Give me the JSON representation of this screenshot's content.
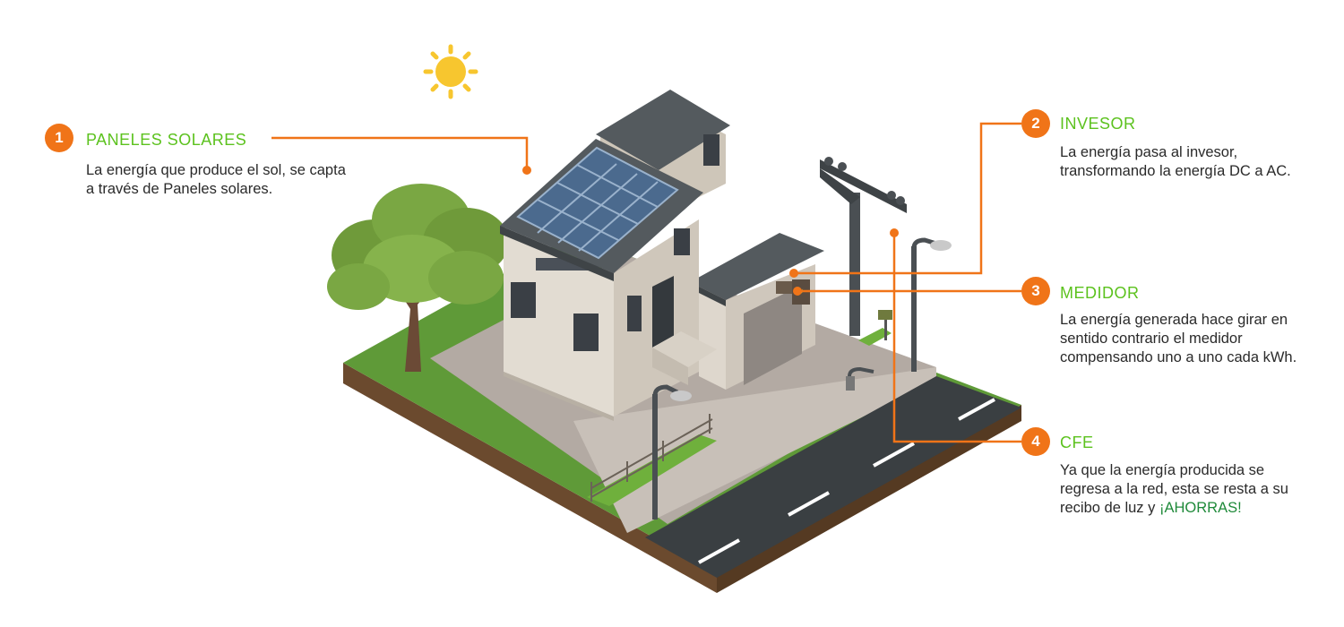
{
  "accent_orange": "#f07418",
  "accent_green": "#5cc21e",
  "highlight_green": "#1f8a3a",
  "callouts": [
    {
      "number": "1",
      "title": "PANELES SOLARES",
      "body": "La energía que produce el sol, se capta a través de Paneles solares."
    },
    {
      "number": "2",
      "title": "INVESOR",
      "body": "La energía pasa al invesor, transformando la energía DC a AC."
    },
    {
      "number": "3",
      "title": "MEDIDOR",
      "body": "La energía generada hace girar en sentido contrario el medidor compensando uno a uno cada kWh."
    },
    {
      "number": "4",
      "title": "CFE",
      "body": "Ya que la energía producida se regresa a la red, esta se resta a su recibo de luz y",
      "highlight": "¡AHORRAS!"
    }
  ]
}
